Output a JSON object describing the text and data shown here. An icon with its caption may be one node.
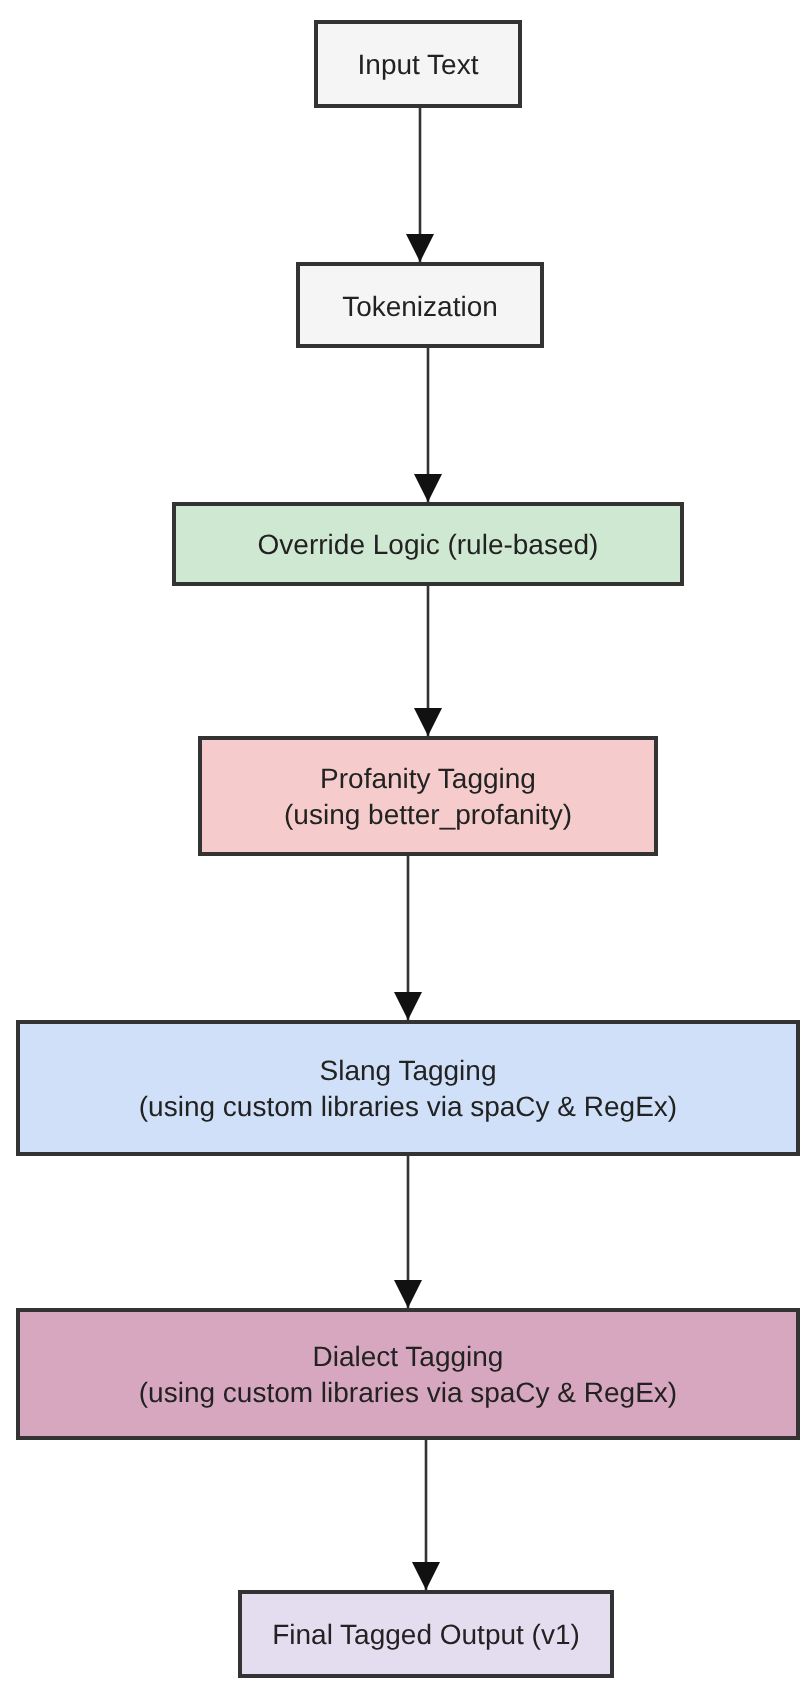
{
  "diagram": {
    "nodes": [
      {
        "text": [
          "Input Text"
        ]
      },
      {
        "text": [
          "Tokenization"
        ]
      },
      {
        "text": [
          "Override Logic (rule-based)"
        ]
      },
      {
        "text": [
          "Profanity Tagging",
          "(using better_profanity)"
        ]
      },
      {
        "text": [
          "Slang Tagging",
          "(using custom libraries via spaCy & RegEx)"
        ]
      },
      {
        "text": [
          "Dialect Tagging",
          "(using custom libraries via spaCy & RegEx)"
        ]
      },
      {
        "text": [
          "Final Tagged Output (v1)"
        ]
      }
    ],
    "edges": [
      {
        "from": 0,
        "to": 1,
        "arrow": "to"
      },
      {
        "from": 1,
        "to": 2,
        "arrow": "to"
      },
      {
        "from": 2,
        "to": 3,
        "arrow": "to"
      },
      {
        "from": 3,
        "to": 4,
        "arrow": "to"
      },
      {
        "from": 4,
        "to": 5,
        "arrow": "to"
      },
      {
        "from": 5,
        "to": 6,
        "arrow": "to"
      }
    ]
  }
}
